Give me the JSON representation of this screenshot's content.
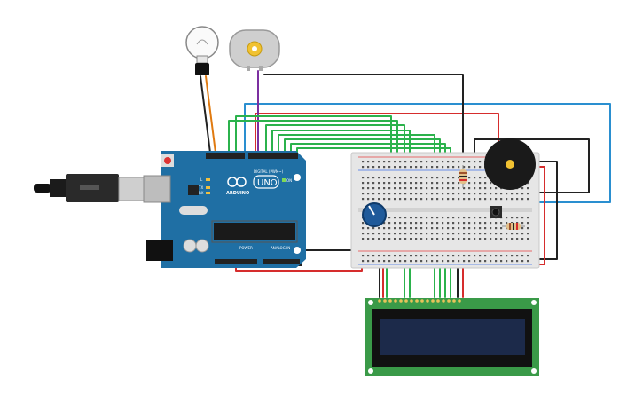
{
  "arduino": {
    "logo_text": "ARDUINO",
    "model": "UNO",
    "digital_label": "DIGITAL (PWM~)",
    "power_label": "POWER",
    "analog_label": "ANALOG IN",
    "on_label": "ON",
    "tx_label": "TX",
    "rx_label": "RX",
    "l_label": "L"
  },
  "colors": {
    "arduino_board": "#1f6fa4",
    "arduino_header": "#222222",
    "breadboard": "#e6e6e6",
    "lcd_pcb": "#3a9a48",
    "lcd_screen": "#1c2a4a",
    "wire_green": "#2bb24c",
    "wire_red": "#d62d2d",
    "wire_blue": "#2a8fd0",
    "wire_black": "#222222",
    "wire_orange": "#e07a10",
    "wire_purple": "#7b2fa0",
    "potentiometer": "#1f5a9a",
    "buzzer": "#1a1a1a"
  },
  "components": [
    {
      "id": "lightbulb",
      "icon": "lightbulb-icon"
    },
    {
      "id": "dc-motor",
      "icon": "motor-icon"
    },
    {
      "id": "usb-cable",
      "icon": "usb-plug-icon"
    },
    {
      "id": "potentiometer",
      "icon": "knob-icon"
    },
    {
      "id": "piezo-buzzer",
      "icon": "buzzer-icon"
    },
    {
      "id": "pushbutton",
      "icon": "button-icon"
    },
    {
      "id": "resistor-1",
      "icon": "resistor-icon"
    },
    {
      "id": "resistor-2",
      "icon": "resistor-icon"
    },
    {
      "id": "lcd-16x2",
      "icon": "lcd-icon"
    }
  ]
}
